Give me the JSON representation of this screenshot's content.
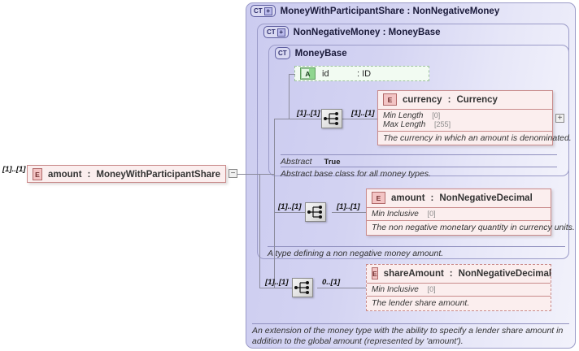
{
  "diagram": {
    "type": "xsd-schema-diagram",
    "root_element": {
      "icon": "element-icon",
      "icon_label": "E",
      "name": "amount",
      "separator": ":",
      "type": "MoneyWithParticipantShare",
      "cardinality": "[1]..[1]",
      "toggle": "−"
    },
    "containers": [
      {
        "id": "money-with-participant-share",
        "icon": "complextype-expandable-icon",
        "icon_label": "CT",
        "icon_plus": "+",
        "title": "MoneyWithParticipantShare : NonNegativeMoney",
        "annotation": "An extension of the money type with the ability to specify a lender share amount in addition to the global amount (represented by 'amount')."
      },
      {
        "id": "non-negative-money",
        "icon": "complextype-expandable-icon",
        "icon_label": "CT",
        "icon_plus": "+",
        "title": "NonNegativeMoney : MoneyBase",
        "annotation": "A type defining a non negative money amount."
      },
      {
        "id": "money-base",
        "icon": "complextype-icon",
        "icon_label": "CT",
        "title": "MoneyBase",
        "property": {
          "name": "Abstract",
          "value": "True"
        },
        "annotation": "Abstract base class for all money types."
      }
    ],
    "attribute": {
      "icon": "attribute-icon",
      "icon_label": "A",
      "name": "id",
      "type": ": ID"
    },
    "compositors": [
      {
        "id": "sequence-money-base",
        "icon": "sequence-icon",
        "left_cardinality": "[1]..[1]",
        "right_cardinality": "[1]..[1]"
      },
      {
        "id": "sequence-non-negative-money",
        "icon": "sequence-icon",
        "left_cardinality": "[1]..[1]",
        "right_cardinality": "[1]..[1]"
      },
      {
        "id": "sequence-money-with-participant-share",
        "icon": "sequence-icon",
        "left_cardinality": "[1]..[1]",
        "right_cardinality": "0..[1]"
      }
    ],
    "elements": [
      {
        "id": "currency",
        "icon_label": "E",
        "name": "currency",
        "separator": ":",
        "type": "Currency",
        "optional": false,
        "facets": [
          {
            "name": "Min Length",
            "value": "[0]"
          },
          {
            "name": "Max Length",
            "value": "[255]"
          }
        ],
        "documentation": "The currency in which an amount is denominated.",
        "toggle": "+"
      },
      {
        "id": "amount-non-negative-decimal",
        "icon_label": "E",
        "name": "amount",
        "separator": ":",
        "type": "NonNegativeDecimal",
        "optional": false,
        "facets": [
          {
            "name": "Min Inclusive",
            "value": "[0]"
          }
        ],
        "documentation": "The non negative monetary quantity in currency units."
      },
      {
        "id": "share-amount",
        "icon_label": "E",
        "name": "shareAmount",
        "separator": ":",
        "type": "NonNegativeDecimal",
        "optional": true,
        "facets": [
          {
            "name": "Min Inclusive",
            "value": "[0]"
          }
        ],
        "documentation": "The lender share amount."
      }
    ],
    "colors": {
      "container_fill": "#d3d3f2",
      "container_border": "#9b9bc8",
      "element_fill": "#fbeeee",
      "element_border": "#c98b8b",
      "attribute_fill": "#f2fbf2",
      "attribute_border": "#9ec49e",
      "connector": "#8a8a9a"
    }
  }
}
